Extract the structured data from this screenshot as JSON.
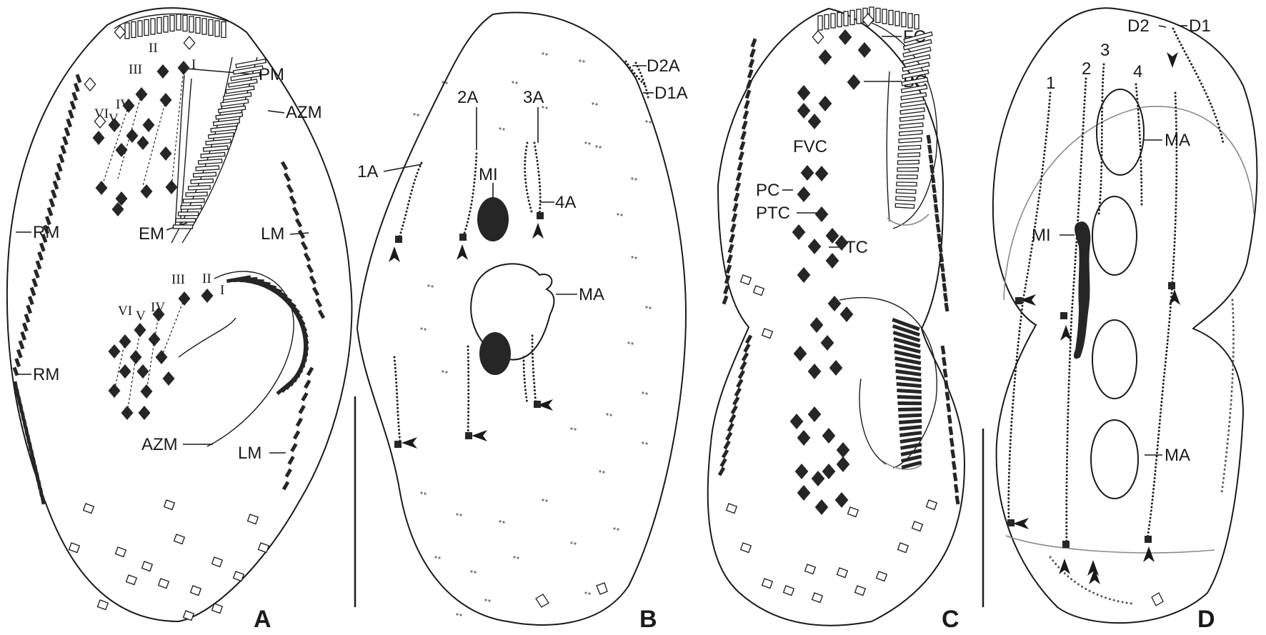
{
  "panels": {
    "A": {
      "letter": "A",
      "labels": {
        "PM": "PM",
        "AZM_top": "AZM",
        "RM_top": "RM",
        "EM": "EM",
        "LM_top": "LM",
        "RM_bottom": "RM",
        "AZM_bottom": "AZM",
        "LM_bottom": "LM"
      },
      "romans_top": [
        "I",
        "II",
        "III",
        "IV",
        "V",
        "VI"
      ],
      "romans_bottom": [
        "I",
        "II",
        "III",
        "IV",
        "V",
        "VI"
      ]
    },
    "B": {
      "letter": "B",
      "labels": {
        "D2A": "D2A",
        "D1A": "D1A",
        "2A": "2A",
        "3A": "3A",
        "1A": "1A",
        "MI": "MI",
        "4A": "4A",
        "MA": "MA"
      }
    },
    "C": {
      "letter": "C",
      "labels": {
        "FC": "FC",
        "BC": "BC",
        "FVC": "FVC",
        "PC": "PC",
        "PTC": "PTC",
        "TC": "TC"
      }
    },
    "D": {
      "letter": "D",
      "labels": {
        "D2": "D2",
        "D1": "D1",
        "k1": "1",
        "k2": "2",
        "k3": "3",
        "k4": "4",
        "MA_top": "MA",
        "MI": "MI",
        "MA_bottom": "MA"
      }
    }
  },
  "colors": {
    "ink": "#1a1a1a",
    "cirri": "#262626",
    "background": "#ffffff",
    "grey_line": "#8a8a8a"
  }
}
